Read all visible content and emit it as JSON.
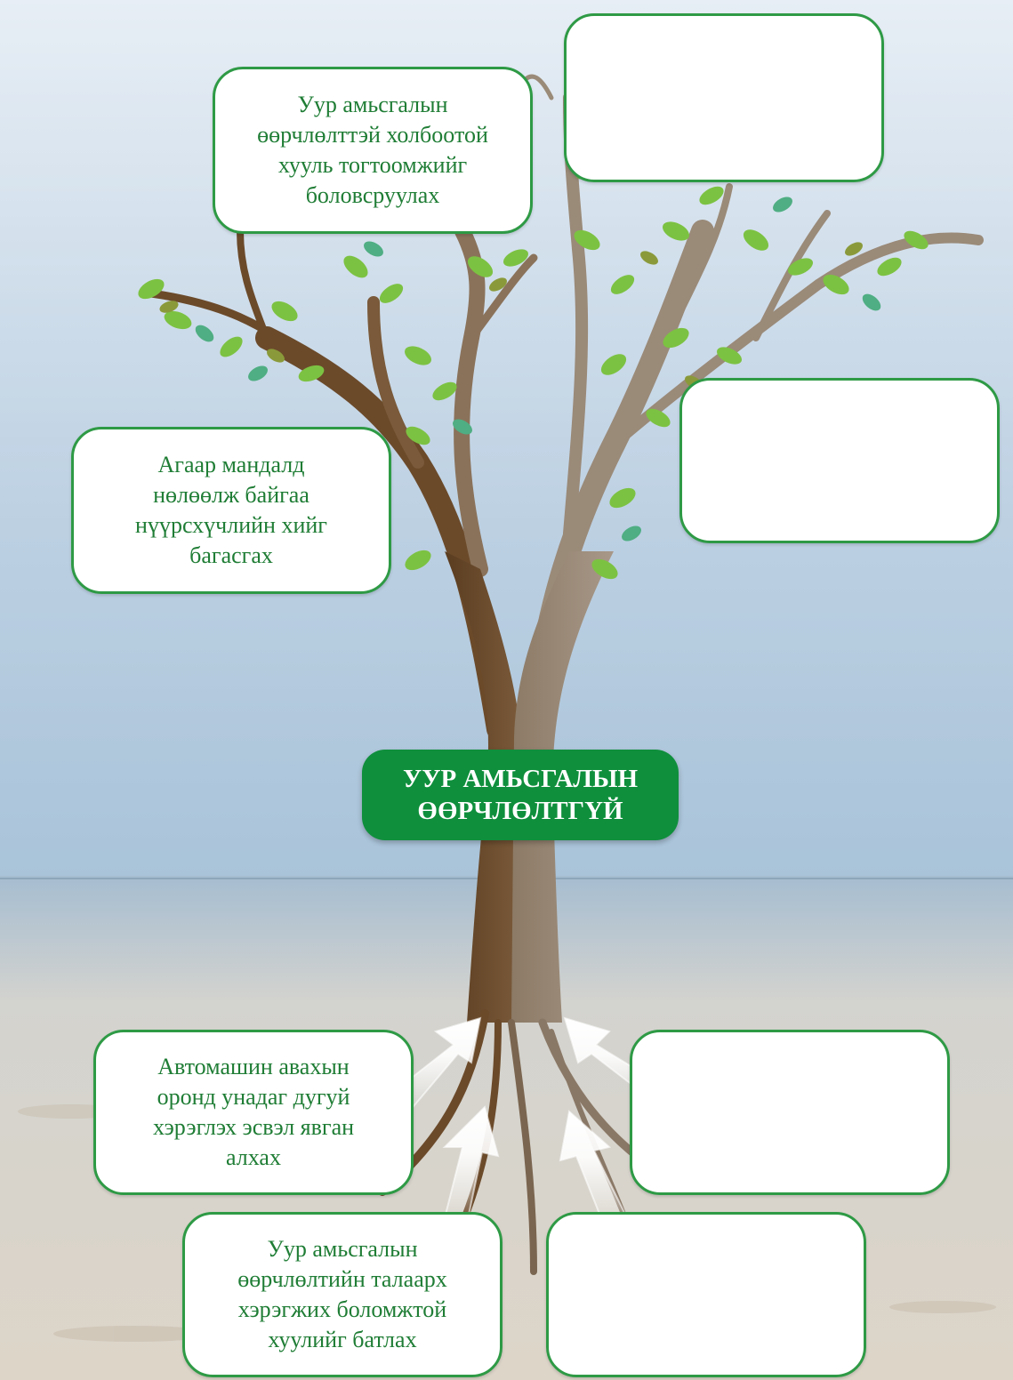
{
  "diagram": {
    "center": {
      "label": "УУР АМЬСГАЛЫН\nӨӨРЧЛӨЛТГҮЙ"
    },
    "leaves": [
      {
        "id": "leaf-top-left",
        "text": "Уур амьсгалын\nөөрчлөлттэй холбоотой\nхууль тогтоомжийг\nболовсруулах"
      },
      {
        "id": "leaf-top-right",
        "text": ""
      },
      {
        "id": "leaf-mid-left",
        "text": "Агаар мандалд\nнөлөөлж байгаа\nнүүрсхүчлийн хийг\nбагасгах"
      },
      {
        "id": "leaf-mid-right",
        "text": ""
      }
    ],
    "roots": [
      {
        "id": "root-upper-left",
        "text": "Автомашин авахын\nоронд унадаг дугуй\nхэрэглэх эсвэл явган\nалхах"
      },
      {
        "id": "root-upper-right",
        "text": ""
      },
      {
        "id": "root-lower-left",
        "text": "Уур амьсгалын\nөөрчлөлтийн талаарх\nхэрэгжих боломжтой\nхуулийг батлах"
      },
      {
        "id": "root-lower-right",
        "text": ""
      }
    ]
  },
  "colors": {
    "box_border": "#2e9a45",
    "box_text": "#1f7d35",
    "center_fill": "#0f8f3c",
    "sky_top": "#e4ebf3",
    "sky_bottom": "#abc5db",
    "ground": "#d9d2c6",
    "trunk_dark": "#6b4a2a",
    "trunk_light": "#9a8a78",
    "leaf_green": "#7cc242",
    "leaf_teal": "#4fae83",
    "leaf_olive": "#8a9a3a"
  }
}
